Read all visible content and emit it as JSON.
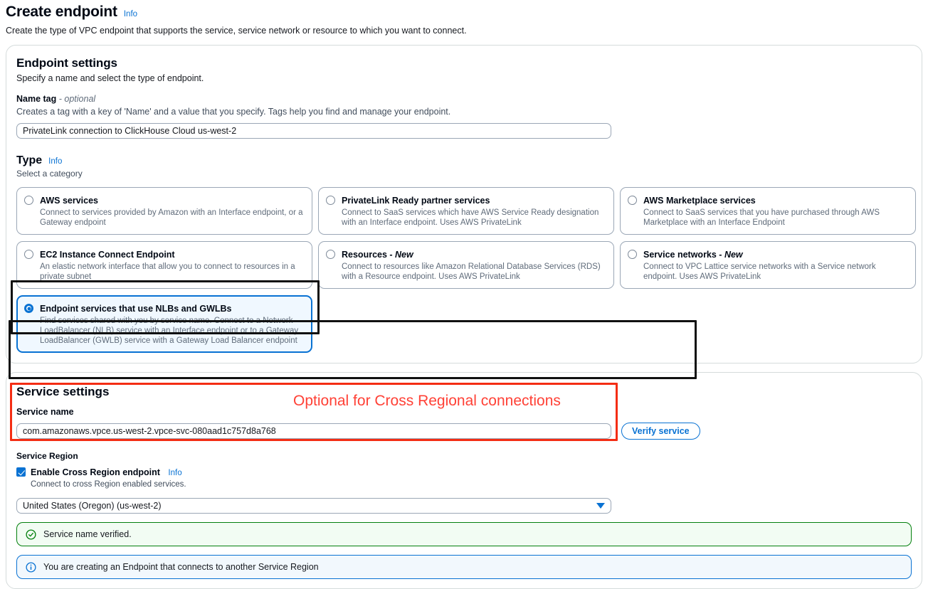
{
  "page": {
    "title": "Create endpoint",
    "info_label": "Info",
    "subtitle": "Create the type of VPC endpoint that supports the service, service network or resource to which you want to connect."
  },
  "endpoint_settings": {
    "title": "Endpoint settings",
    "subtitle": "Specify a name and select the type of endpoint.",
    "name_tag": {
      "label": "Name tag",
      "optional_suffix": "- optional",
      "description": "Creates a tag with a key of 'Name' and a value that you specify. Tags help you find and manage your endpoint.",
      "value": "PrivateLink connection to ClickHouse Cloud us-west-2",
      "placeholder": ""
    },
    "type": {
      "label": "Type",
      "info_label": "Info",
      "description": "Select a category",
      "options": [
        {
          "title": "AWS services",
          "description": "Connect to services provided by Amazon with an Interface endpoint, or a Gateway endpoint",
          "selected": false
        },
        {
          "title": "PrivateLink Ready partner services",
          "description": "Connect to SaaS services which have AWS Service Ready designation with an Interface endpoint. Uses AWS PrivateLink",
          "selected": false
        },
        {
          "title": "AWS Marketplace services",
          "description": "Connect to SaaS services that you have purchased through AWS Marketplace with an Interface Endpoint",
          "selected": false
        },
        {
          "title": "EC2 Instance Connect Endpoint",
          "description": "An elastic network interface that allow you to connect to resources in a private subnet",
          "selected": false
        },
        {
          "title": "Resources - New",
          "description": "Connect to resources like Amazon Relational Database Services (RDS) with a Resource endpoint. Uses AWS PrivateLink",
          "selected": false
        },
        {
          "title": "Service networks - New",
          "description": "Connect to VPC Lattice service networks with a Service network endpoint. Uses AWS PrivateLink",
          "selected": false
        },
        {
          "title": "Endpoint services that use NLBs and GWLBs",
          "description": "Find services shared with you by service name. Connect to a Network LoadBalancer (NLB) service with an Interface endpoint or to a Gateway LoadBalancer (GWLB) service with a Gateway Load Balancer endpoint",
          "selected": true
        }
      ]
    }
  },
  "service_settings": {
    "title": "Service settings",
    "service_name": {
      "label": "Service name",
      "value": "com.amazonaws.vpce.us-west-2.vpce-svc-080aad1c757d8a768",
      "placeholder": ""
    },
    "verify_button": "Verify service",
    "service_region": {
      "label": "Service Region",
      "checkbox_label": "Enable Cross Region endpoint",
      "checkbox_info": "Info",
      "checkbox_checked": true,
      "checkbox_description": "Connect to cross Region enabled services.",
      "selected_region": "United States (Oregon) (us-west-2)"
    },
    "alerts": [
      {
        "type": "success",
        "icon": "check-circle-icon",
        "text": "Service name verified."
      },
      {
        "type": "info",
        "icon": "info-circle-icon",
        "text": "You are creating an Endpoint that connects to another Service Region"
      }
    ]
  },
  "annotations": {
    "cross_region_note": "Optional for Cross Regional connections"
  },
  "colors": {
    "accent_blue": "#0972d3",
    "success_green": "#037f0c",
    "annotation_red": "#ff4136",
    "annotation_box_red": "#f42d14",
    "annotation_box_black": "#101010"
  }
}
